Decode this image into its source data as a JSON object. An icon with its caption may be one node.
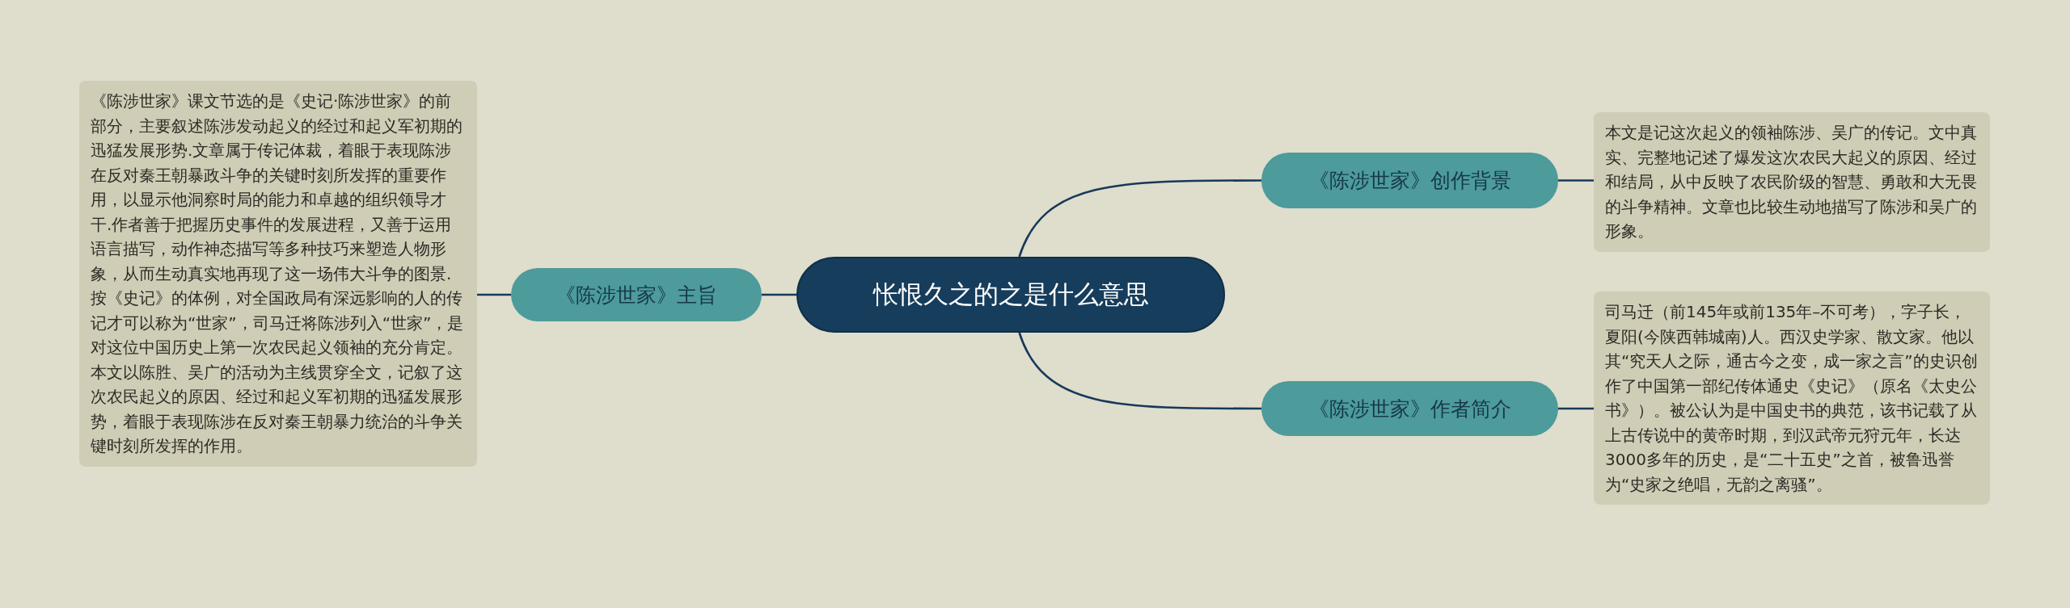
{
  "diagram": {
    "nodes": [
      {
        "text": [
          "怅恨久之的之是什么意思"
        ]
      },
      {
        "text": [
          "《陈涉世家》主旨"
        ]
      },
      {
        "text": [
          "《陈涉世家》课文节选的是《史记·陈涉世家》的前部分，主要叙述陈涉发动起义的经过和起义军初期的迅猛发展形势.文章属于传记体裁，着眼于表现陈涉在反对秦王朝暴政斗争的关键时刻所发挥的重要作用，以显示他洞察时局的能力和卓越的组织领导才干.作者善于把握历史事件的发展进程，又善于运用语言描写，动作神态描写等多种技巧来塑造人物形象，从而生动真实地再现了这一场伟大斗争的图景.按《史记》的体例，对全国政局有深远影响的人的传记才可以称为“世家”，司马迁将陈涉列入“世家”，是对这位中国历史上第一次农民起义领袖的充分肯定。本文以陈胜、吴广的活动为主线贯穿全文，记叙了这次农民起义的原因、经过和起义军初期的迅猛发展形势，着眼于表现陈涉在反对秦王朝暴力统治的斗争关键时刻所发挥的作用。"
        ]
      },
      {
        "text": [
          "《陈涉世家》创作背景"
        ]
      },
      {
        "text": [
          "本文是记这次起义的领袖陈涉、吴广的传记。文中真实、完整地记述了爆发这次农民大起义的原因、经过和结局，从中反映了农民阶级的智慧、勇敢和大无畏的斗争精神。文章也比较生动地描写了陈涉和吴广的形象。"
        ]
      },
      {
        "text": [
          "《陈涉世家》作者简介"
        ]
      },
      {
        "text": [
          "司马迁（前145年或前135年–不可考），字子长，夏阳(今陕西韩城南)人。西汉史学家、散文家。他以其“究天人之际，通古今之变，成一家之言”的史识创作了中国第一部纪传体通史《史记》（原名《太史公书》）。被公认为是中国史书的典范，该书记载了从上古传说中的黄帝时期，到汉武帝元狩元年，长达3000多年的历史，是“二十五史”之首，被鲁迅誉为“史家之绝唱，无韵之离骚”。"
        ]
      }
    ],
    "edges": [
      {
        "from": 0,
        "to": 1,
        "arrow": "none"
      },
      {
        "from": 1,
        "to": 2,
        "arrow": "none"
      },
      {
        "from": 0,
        "to": 3,
        "arrow": "none"
      },
      {
        "from": 3,
        "to": 4,
        "arrow": "none"
      },
      {
        "from": 0,
        "to": 5,
        "arrow": "none"
      },
      {
        "from": 5,
        "to": 6,
        "arrow": "none"
      }
    ]
  }
}
